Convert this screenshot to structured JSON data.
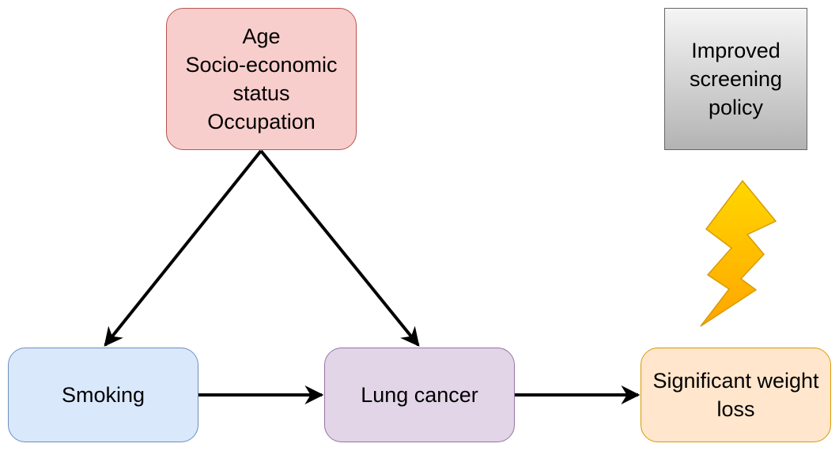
{
  "nodes": {
    "confounders": {
      "lines": [
        "Age",
        "Socio-economic",
        "status",
        "Occupation"
      ],
      "fill": "#f8cecc",
      "stroke": "#b85450"
    },
    "smoking": {
      "label": "Smoking",
      "fill": "#dae8fc",
      "stroke": "#6c8ebf"
    },
    "lung_cancer": {
      "label": "Lung cancer",
      "fill": "#e1d5e7",
      "stroke": "#9673a6"
    },
    "weight_loss": {
      "lines": [
        "Significant weight",
        "loss"
      ],
      "fill": "#ffe6cc",
      "stroke": "#d79b00"
    },
    "screening": {
      "lines": [
        "Improved",
        "screening",
        "policy"
      ],
      "fill_top": "#f5f5f5",
      "fill_bottom": "#b3b3b3",
      "stroke": "#666666"
    }
  },
  "edges": [
    {
      "from": "confounders",
      "to": "smoking"
    },
    {
      "from": "confounders",
      "to": "lung_cancer"
    },
    {
      "from": "smoking",
      "to": "lung_cancer"
    },
    {
      "from": "lung_cancer",
      "to": "weight_loss"
    }
  ],
  "icons": {
    "lightning": {
      "name": "lightning-bolt-icon",
      "fill_top": "#ffd700",
      "fill_bottom": "#ffa500",
      "stroke": "#d79b00"
    }
  }
}
